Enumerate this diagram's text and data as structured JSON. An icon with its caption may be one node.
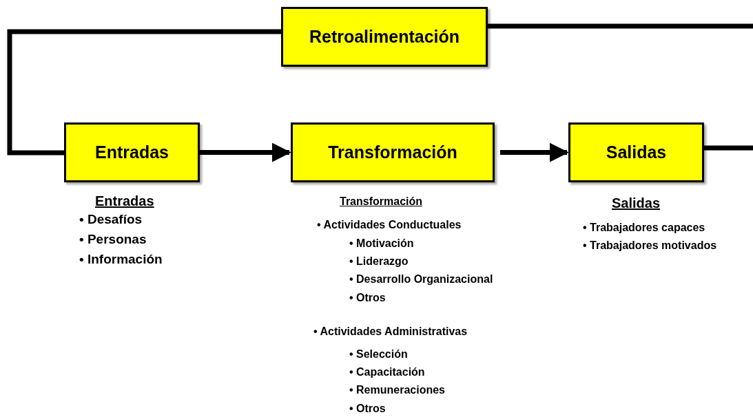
{
  "diagram": {
    "nodes": [
      {
        "text": [
          "Retroalimentación"
        ]
      },
      {
        "text": [
          "Entradas"
        ],
        "beside": [
          "Entradas",
          "• Desafíos",
          "• Personas",
          "• Información"
        ]
      },
      {
        "text": [
          "Transformación"
        ],
        "beside": [
          "Transformación",
          "• Actividades Conductuales",
          "• Motivación",
          "• Liderazgo",
          "• Desarrollo Organizacional",
          "• Otros",
          "• Actividades Administrativas",
          "• Selección",
          "• Capacitación",
          "• Remuneraciones",
          "• Otros"
        ]
      },
      {
        "text": [
          "Salidas"
        ],
        "beside": [
          "Salidas",
          "• Trabajadores capaces",
          "• Trabajadores motivados"
        ]
      }
    ],
    "edges": [
      {
        "from": 1,
        "to": 2,
        "arrow": "to"
      },
      {
        "from": 2,
        "to": 3,
        "arrow": "to"
      },
      {
        "from": 0,
        "to": 1,
        "arrow": "none"
      },
      {
        "from": 0,
        "to": null,
        "arrow": "none"
      },
      {
        "from": 3,
        "to": null,
        "arrow": "none"
      }
    ]
  }
}
